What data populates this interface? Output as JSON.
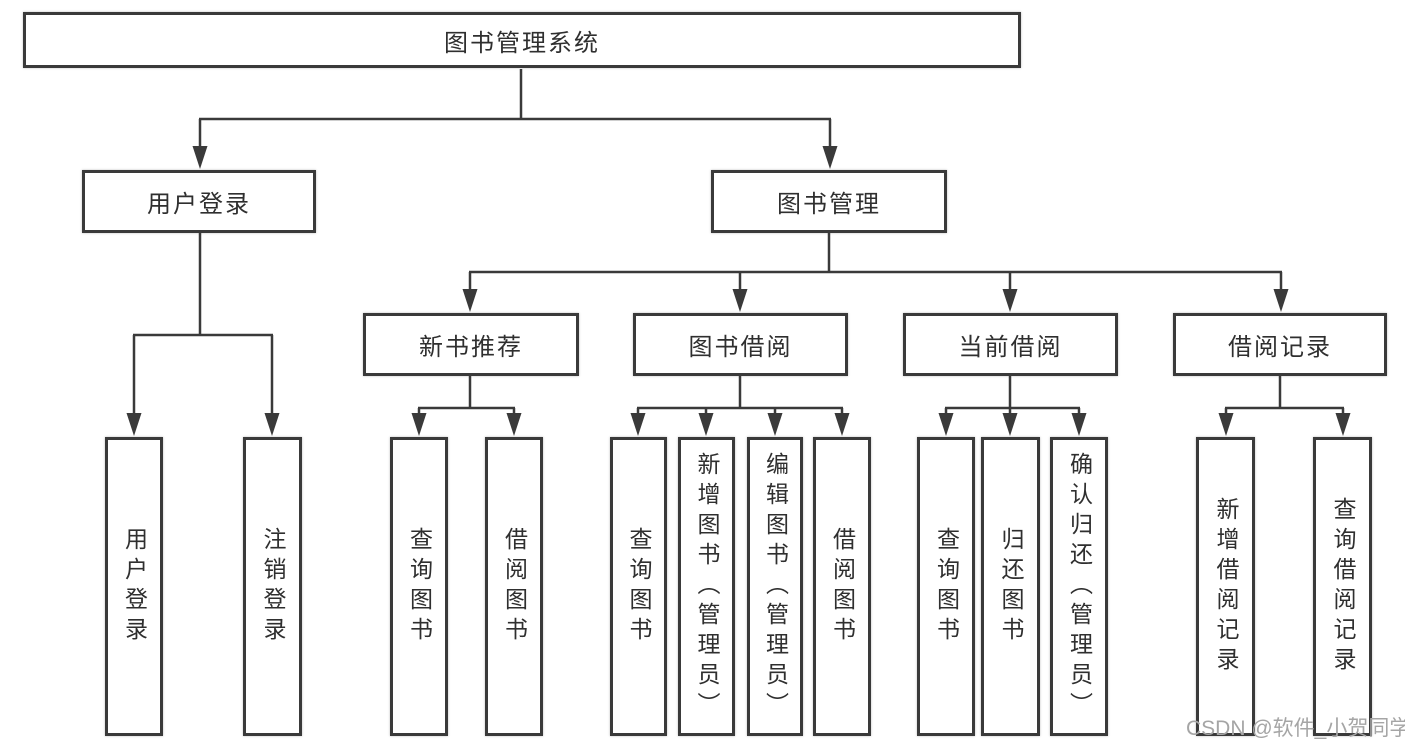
{
  "diagram_title": "图书管理系统",
  "tree": {
    "label": "图书管理系统",
    "children": [
      {
        "label": "用户登录",
        "children": [
          {
            "label": "用户登录"
          },
          {
            "label": "注销登录"
          }
        ]
      },
      {
        "label": "图书管理",
        "children": [
          {
            "label": "新书推荐",
            "children": [
              {
                "label": "查询图书"
              },
              {
                "label": "借阅图书"
              }
            ]
          },
          {
            "label": "图书借阅",
            "children": [
              {
                "label": "查询图书"
              },
              {
                "label": "新增图书（管理员）"
              },
              {
                "label": "编辑图书（管理员）"
              },
              {
                "label": "借阅图书"
              }
            ]
          },
          {
            "label": "当前借阅",
            "children": [
              {
                "label": "查询图书"
              },
              {
                "label": "归还图书"
              },
              {
                "label": "确认归还（管理员）"
              }
            ]
          },
          {
            "label": "借阅记录",
            "children": [
              {
                "label": "新增借阅记录"
              },
              {
                "label": "查询借阅记录"
              }
            ]
          }
        ]
      }
    ]
  },
  "watermark": {
    "text": "CSDN @软件_小贺同学"
  },
  "colors": {
    "line": "#3a3a3a",
    "text": "#2f2f2f",
    "watermark": "#a5a5a5",
    "background": "#ffffff"
  }
}
